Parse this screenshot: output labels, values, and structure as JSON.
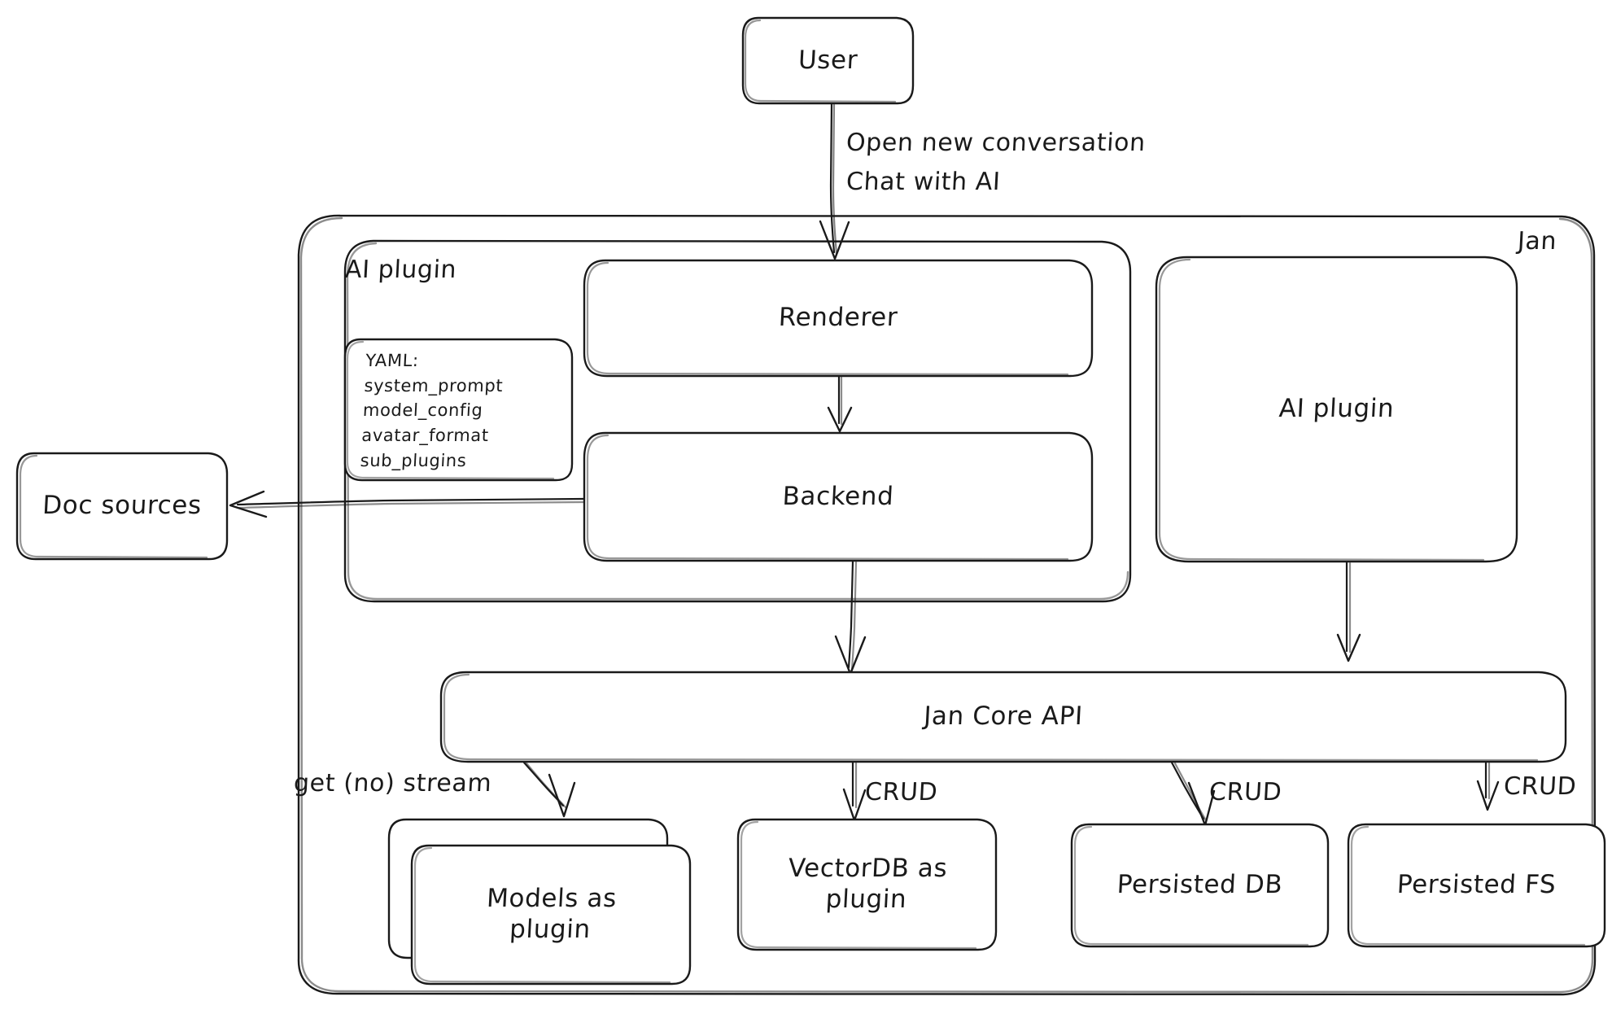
{
  "diagram": {
    "title": "Jan architecture diagram",
    "style": "hand-drawn whiteboard sketch",
    "stroke_color": "#1a1a1a",
    "background_color": "#ffffff",
    "containers": [
      {
        "id": "jan",
        "label": "Jan",
        "label_position": "top-right"
      },
      {
        "id": "ai-plugin-group",
        "label": "AI plugin",
        "label_position": "top-left"
      }
    ],
    "nodes": [
      {
        "id": "user",
        "label": "User"
      },
      {
        "id": "renderer",
        "label": "Renderer"
      },
      {
        "id": "backend",
        "label": "Backend"
      },
      {
        "id": "yaml",
        "label": "YAML:\nsystem_prompt\nmodel_config\navatar_format\nsub_plugins"
      },
      {
        "id": "doc-sources",
        "label": "Doc sources"
      },
      {
        "id": "ai-plugin",
        "label": "AI plugin"
      },
      {
        "id": "jan-core-api",
        "label": "Jan Core API"
      },
      {
        "id": "models-as-plugin",
        "label": "Models as\nplugin"
      },
      {
        "id": "vectordb-as-plugin",
        "label": "VectorDB as\nplugin"
      },
      {
        "id": "persisted-db",
        "label": "Persisted DB"
      },
      {
        "id": "persisted-fs",
        "label": "Persisted FS"
      }
    ],
    "edges": [
      {
        "from": "user",
        "to": "renderer",
        "label": "Open new conversation\nChat with AI"
      },
      {
        "from": "renderer",
        "to": "backend",
        "label": ""
      },
      {
        "from": "backend",
        "to": "doc-sources",
        "label": ""
      },
      {
        "from": "backend",
        "to": "jan-core-api",
        "label": ""
      },
      {
        "from": "ai-plugin",
        "to": "jan-core-api",
        "label": ""
      },
      {
        "from": "jan-core-api",
        "to": "models-as-plugin",
        "label": "get (no) stream"
      },
      {
        "from": "jan-core-api",
        "to": "vectordb-as-plugin",
        "label": "CRUD"
      },
      {
        "from": "jan-core-api",
        "to": "persisted-db",
        "label": "CRUD"
      },
      {
        "from": "jan-core-api",
        "to": "persisted-fs",
        "label": "CRUD"
      }
    ],
    "yaml_keys": [
      "YAML:",
      "system_prompt",
      "model_config",
      "avatar_format",
      "sub_plugins"
    ],
    "edge_labels": {
      "user_to_renderer_line1": "Open new conversation",
      "user_to_renderer_line2": "Chat with AI",
      "models_stream": "get (no) stream",
      "crud_vectordb": "CRUD",
      "crud_db": "CRUD",
      "crud_fs": "CRUD"
    }
  }
}
